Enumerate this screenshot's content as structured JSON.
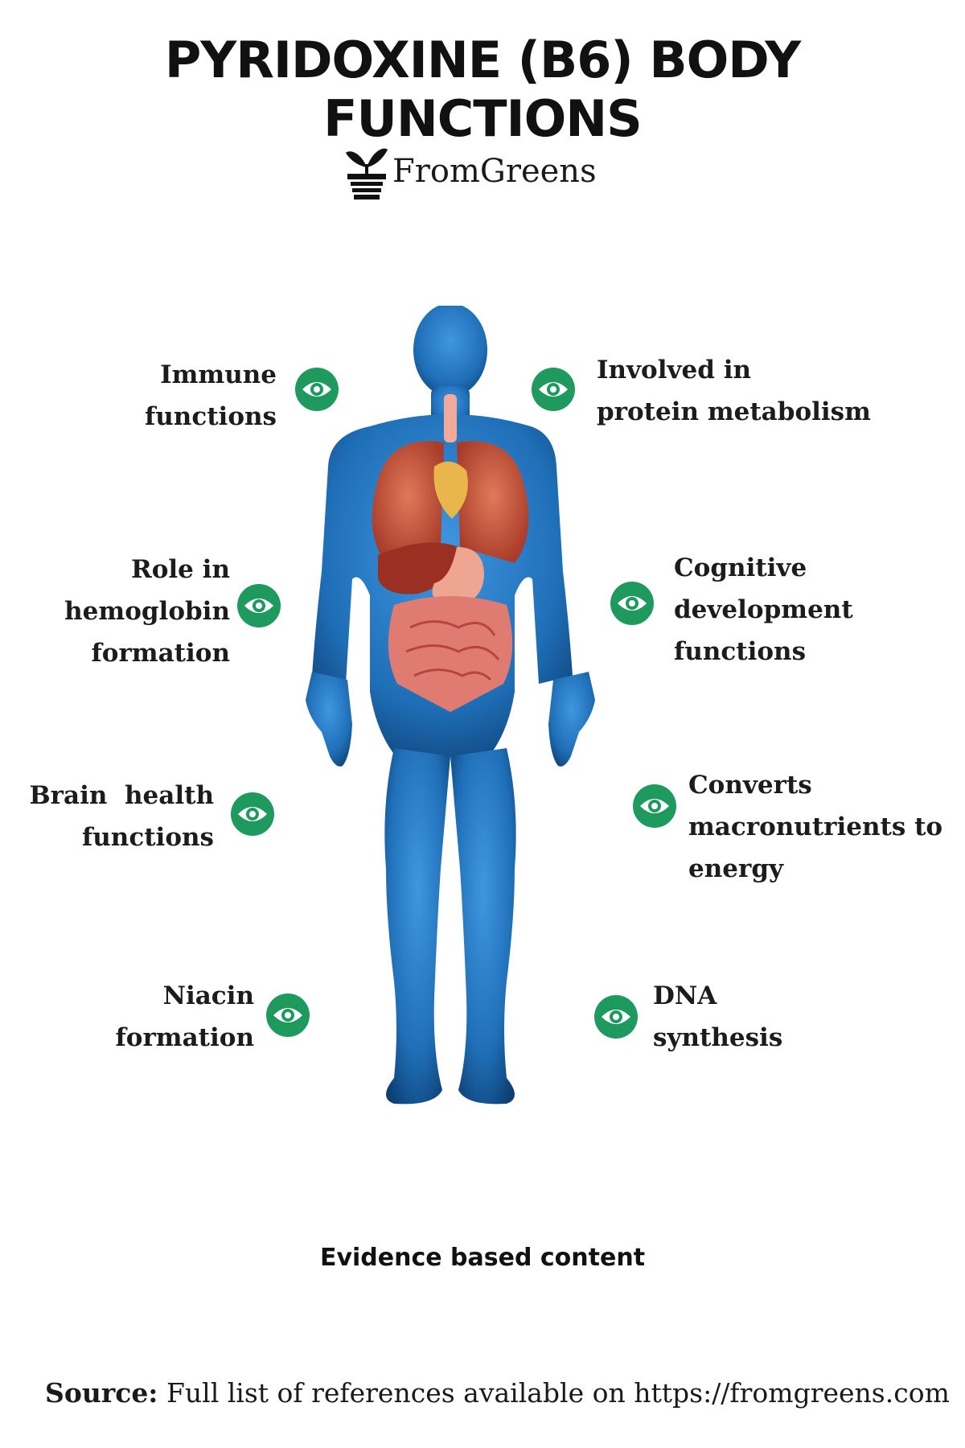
{
  "title": "PYRIDOXINE (B6) BODY FUNCTIONS",
  "logo": {
    "text": "FromGreens",
    "icon": "plant-pot-icon"
  },
  "functions": {
    "immune": [
      "Immune",
      "functions"
    ],
    "protein": [
      "Involved in",
      "protein metabolism"
    ],
    "hemoglobin": [
      "Role in",
      "hemoglobin",
      "formation"
    ],
    "cognitive": [
      "Cognitive",
      "development",
      "functions"
    ],
    "brain": [
      "Brain  health",
      "functions"
    ],
    "energy": [
      "Converts",
      "macronutrients to",
      "energy"
    ],
    "niacin": [
      "Niacin",
      "formation"
    ],
    "dna": [
      "DNA",
      "synthesis"
    ]
  },
  "icons": {
    "badge": "eye-icon",
    "figure": "human-anatomy-figure"
  },
  "colors": {
    "accent": "#1e9a5e",
    "body": "#1f6fb8",
    "organs": "#c8503c"
  },
  "footer": {
    "note": "Evidence based content"
  },
  "source": {
    "label": "Source:",
    "text": "Full list of references available on https://fromgreens.com"
  }
}
